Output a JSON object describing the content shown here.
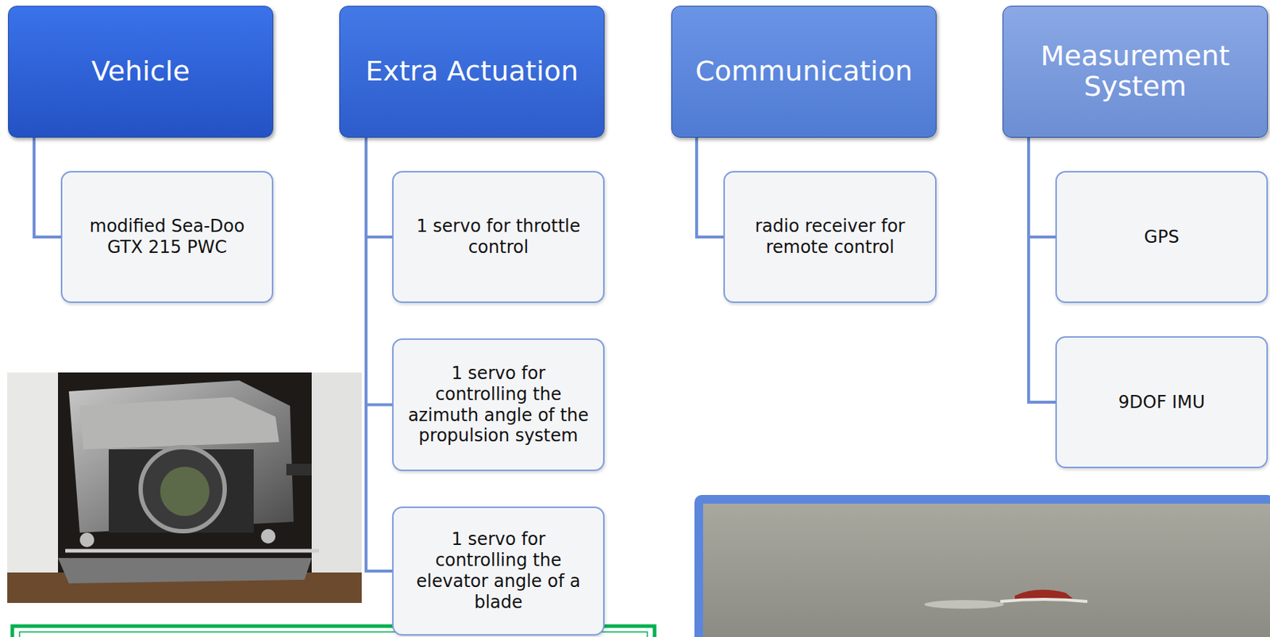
{
  "diagram": {
    "nodes": [
      {
        "text": [
          "Vehicle"
        ]
      },
      {
        "text": [
          "modified Sea-Doo GTX 215 PWC"
        ]
      },
      {
        "text": [
          "Extra Actuation"
        ]
      },
      {
        "text": [
          "1 servo for throttle control"
        ]
      },
      {
        "text": [
          "1 servo for controlling the azimuth angle of the propulsion system"
        ]
      },
      {
        "text": [
          "1 servo for controlling the elevator angle of a blade"
        ]
      },
      {
        "text": [
          "Communication"
        ]
      },
      {
        "text": [
          "radio receiver for remote control"
        ]
      },
      {
        "text": [
          "Measurement System"
        ]
      },
      {
        "text": [
          "GPS"
        ]
      },
      {
        "text": [
          "9DOF IMU"
        ]
      }
    ],
    "edges": [
      {
        "from": 0,
        "to": 1,
        "arrow": "none"
      },
      {
        "from": 2,
        "to": 3,
        "arrow": "none"
      },
      {
        "from": 2,
        "to": 4,
        "arrow": "none"
      },
      {
        "from": 2,
        "to": 5,
        "arrow": "none"
      },
      {
        "from": 6,
        "to": 7,
        "arrow": "none"
      },
      {
        "from": 8,
        "to": 9,
        "arrow": "none"
      },
      {
        "from": 8,
        "to": 10,
        "arrow": "none"
      }
    ]
  }
}
